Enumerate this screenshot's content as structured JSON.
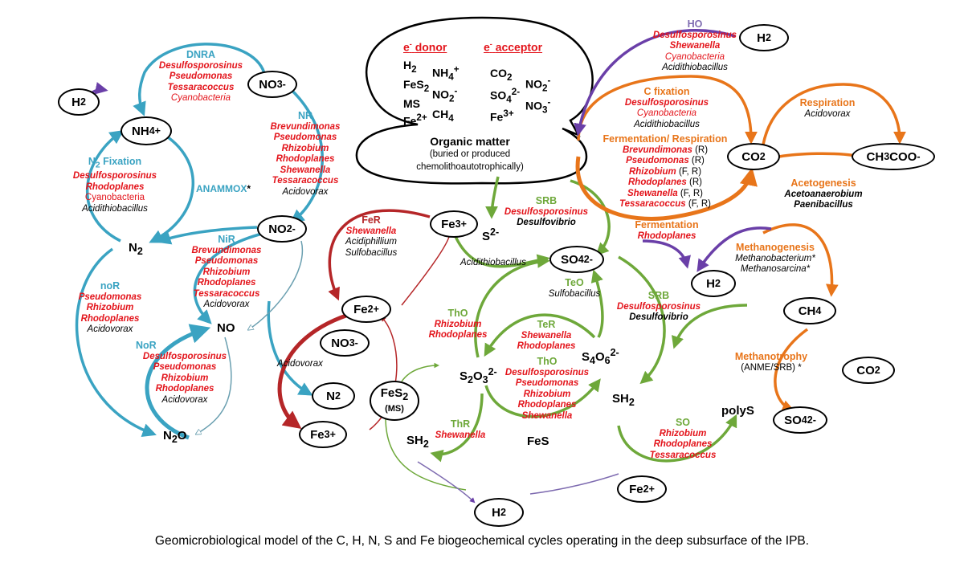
{
  "caption": "Geomicrobiological model of the C, H, N, S and Fe biogeochemical cycles operating in the deep subsurface of the IPB.",
  "colors": {
    "nitrogen": "#3aa3c2",
    "carbon": "#e8751a",
    "sulfur": "#6ea83a",
    "iron": "#b52628",
    "hydrogen": "#7e4fb0",
    "organism_bold": "#e3141b"
  },
  "bubble": {
    "donor_header": "donor",
    "acceptor_header": "acceptor",
    "donors_col1": [
      "H2",
      "FeS2",
      "MS",
      "Fe2+"
    ],
    "donors_col2": [
      "NH4+",
      "NO2-",
      "CH4"
    ],
    "acceptors_col1": [
      "CO2",
      "SO42-",
      "Fe3+"
    ],
    "acceptors_col2": [
      "NO2-",
      "NO3-"
    ],
    "organic_title": "Organic matter",
    "organic_sub1": "(buried or produced",
    "organic_sub2": "chemolithoautotrophically)"
  },
  "nodes": {
    "h2_left": "H2",
    "nh4": "NH4+",
    "no3_top": "NO3-",
    "n2_left": "N2",
    "no2": "NO2-",
    "no": "NO",
    "n2o": "N2O",
    "fe3_top": "Fe3+",
    "s2": "S2-",
    "fe2": "Fe2+",
    "no3_mid": "NO3-",
    "n2_mid": "N2",
    "fe3_bottom": "Fe3+",
    "fes2": "FeS2",
    "ms": "(MS)",
    "so4_mid": "SO42-",
    "s2o3": "S2O32-",
    "s4o6": "S4O62-",
    "sh2_left": "SH2",
    "fes": "FeS",
    "h2_bottom": "H2",
    "fe2_bottom": "Fe2+",
    "sh2_right": "SH2",
    "polys": "polyS",
    "so4_right": "SO42-",
    "h2_top": "H2",
    "co2_mid": "CO2",
    "ch3coo": "CH3COO-",
    "h2_mid": "H2",
    "ch4": "CH4",
    "co2_right": "CO2"
  },
  "processes": {
    "dnra": {
      "title": "DNRA",
      "orgs": [
        "Desulfosporosinus",
        "Pseudomonas",
        "Tessaracoccus",
        "Cyanobacteria"
      ]
    },
    "n2fix": {
      "title": "N Fixation",
      "orgs": [
        "Desulfosporosinus",
        "Rhodoplanes",
        "Cyanobacteria",
        "Acidithiobacillus"
      ]
    },
    "nr": {
      "title": "NR",
      "orgs": [
        "Brevundimonas",
        "Pseudomonas",
        "Rhizobium",
        "Rhodoplanes",
        "Shewanella",
        "Tessaracoccus",
        "Acidovorax"
      ]
    },
    "anammox": {
      "title": "ANAMMOX",
      "mark": "*"
    },
    "nir": {
      "title": "NiR",
      "orgs": [
        "Brevundimonas",
        "Pseudomonas",
        "Rhizobium",
        "Rhodoplanes",
        "Tessaracoccus",
        "Acidovorax"
      ]
    },
    "nor": {
      "title": "noR",
      "orgs": [
        "Pseudomonas",
        "Rhizobium",
        "Rhodoplanes",
        "Acidovorax"
      ]
    },
    "nor2": {
      "title": "NoR",
      "orgs": [
        "Desulfosporosinus",
        "Pseudomonas",
        "Rhizobium",
        "Rhodoplanes",
        "Acidovorax"
      ]
    },
    "fer": {
      "title": "FeR",
      "orgs": [
        "Shewanella",
        "Acidiphillium",
        "Sulfobacillus"
      ]
    },
    "acidovorax_mid": "Acidovorax",
    "srb_top": {
      "title": "SRB",
      "orgs": [
        "Desulfosporosinus",
        "Desulfovibrio"
      ]
    },
    "acidithio_mid": "Acidithiobacillus",
    "teo": {
      "title": "TeO",
      "orgs": [
        "Sulfobacillus"
      ]
    },
    "srb_right": {
      "title": "SRB",
      "orgs": [
        "Desulfosporosinus",
        "Desulfovibrio"
      ]
    },
    "tho_left": {
      "title": "ThO",
      "orgs": [
        "Rhizobium",
        "Rhodoplanes"
      ]
    },
    "ter": {
      "title": "TeR",
      "orgs": [
        "Shewanella",
        "Rhodoplanes"
      ]
    },
    "tho_center": {
      "title": "ThO",
      "orgs": [
        "Desulfosporosinus",
        "Pseudomonas",
        "Rhizobium",
        "Rhodoplanes",
        "Shewanella"
      ]
    },
    "thr": {
      "title": "ThR",
      "orgs": [
        "Shewanella"
      ]
    },
    "so": {
      "title": "SO",
      "orgs": [
        "Rhizobium",
        "Rhodoplanes",
        "Tessaracoccus"
      ]
    },
    "ho": {
      "title": "HO",
      "orgs": [
        "Desulfosporosinus",
        "Shewanella",
        "Cyanobacteria",
        "Acidithiobacillus"
      ]
    },
    "cfix": {
      "title": "C fixation",
      "orgs": [
        "Desulfosporosinus",
        "Cyanobacteria",
        "Acidithiobacillus"
      ]
    },
    "respiration": {
      "title": "Respiration",
      "orgs": [
        "Acidovorax"
      ]
    },
    "fermresp": {
      "title": "Fermentation/ Respiration",
      "orgs": [
        "Brevundimonas",
        "Pseudomonas",
        "Rhizobium",
        "Rhodoplanes",
        "Shewanella",
        "Tessaracoccus"
      ],
      "tags": [
        "(R)",
        "(R)",
        "(F, R)",
        "(R)",
        "(F, R)",
        "(F, R)"
      ]
    },
    "acetogenesis": {
      "title": "Acetogenesis",
      "orgs": [
        "Acetoanaerobium",
        "Paenibacillus"
      ]
    },
    "fermentation": {
      "title": "Fermentation",
      "orgs": [
        "Rhodoplanes"
      ]
    },
    "methanogenesis": {
      "title": "Methanogenesis",
      "orgs": [
        "Methanobacterium*",
        "Methanosarcina*"
      ]
    },
    "methanotrophy": {
      "title": "Methanotrophy",
      "note": "(ANME/SRB)",
      "mark": "*"
    }
  }
}
